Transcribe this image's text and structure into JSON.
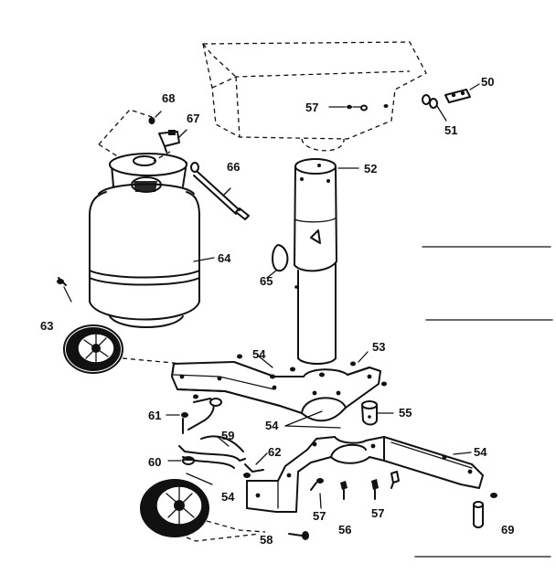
{
  "diagram": {
    "parts": [
      {
        "key": "p50",
        "ref": "50"
      },
      {
        "key": "p51",
        "ref": "51"
      },
      {
        "key": "p52",
        "ref": "52"
      },
      {
        "key": "p53",
        "ref": "53"
      },
      {
        "key": "p54a",
        "ref": "54"
      },
      {
        "key": "p54b",
        "ref": "54"
      },
      {
        "key": "p54c",
        "ref": "54"
      },
      {
        "key": "p54d",
        "ref": "54"
      },
      {
        "key": "p55",
        "ref": "55"
      },
      {
        "key": "p56",
        "ref": "56"
      },
      {
        "key": "p57a",
        "ref": "57"
      },
      {
        "key": "p57b",
        "ref": "57"
      },
      {
        "key": "p57c",
        "ref": "57"
      },
      {
        "key": "p58",
        "ref": "58"
      },
      {
        "key": "p59",
        "ref": "59"
      },
      {
        "key": "p60",
        "ref": "60"
      },
      {
        "key": "p61",
        "ref": "61"
      },
      {
        "key": "p62",
        "ref": "62"
      },
      {
        "key": "p63",
        "ref": "63"
      },
      {
        "key": "p64",
        "ref": "64"
      },
      {
        "key": "p65",
        "ref": "65"
      },
      {
        "key": "p66",
        "ref": "66"
      },
      {
        "key": "p67",
        "ref": "67"
      },
      {
        "key": "p68",
        "ref": "68"
      },
      {
        "key": "p69",
        "ref": "69"
      }
    ]
  }
}
